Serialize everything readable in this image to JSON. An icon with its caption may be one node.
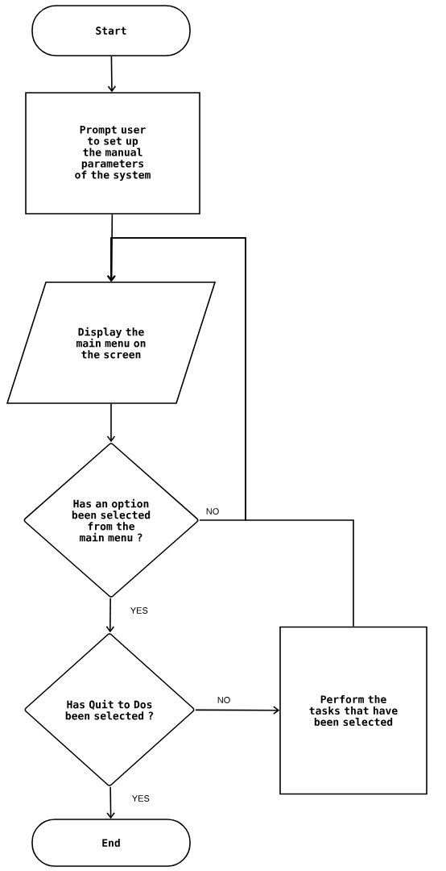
{
  "diagram": {
    "nodes": [
      {
        "text": [
          "Start"
        ]
      },
      {
        "text": [
          "Prompt user to set up the manual parameters of the system"
        ]
      },
      {
        "text": [
          "Display the main menu on the screen"
        ]
      },
      {
        "text": [
          "Has an option been selected from the main menu ?"
        ]
      },
      {
        "text": [
          "Has Quit to Dos been selected ?"
        ]
      },
      {
        "text": [
          "Perform the tasks that have been selected"
        ]
      },
      {
        "text": [
          "End"
        ]
      }
    ],
    "edges": [
      {
        "from": 0,
        "to": 1,
        "arrow": "to"
      },
      {
        "from": 1,
        "to": 2,
        "arrow": "to"
      },
      {
        "from": 2,
        "to": 3,
        "arrow": "to"
      },
      {
        "from": 3,
        "to": 4,
        "arrow": "to",
        "label": "YES"
      },
      {
        "from": 4,
        "to": 6,
        "arrow": "to",
        "label": "YES"
      },
      {
        "from": 4,
        "to": 5,
        "arrow": "to",
        "label": "NO"
      },
      {
        "from": 3,
        "to": 2,
        "arrow": "to",
        "label": "NO"
      },
      {
        "from": 5,
        "to": 2,
        "arrow": "to"
      }
    ]
  }
}
